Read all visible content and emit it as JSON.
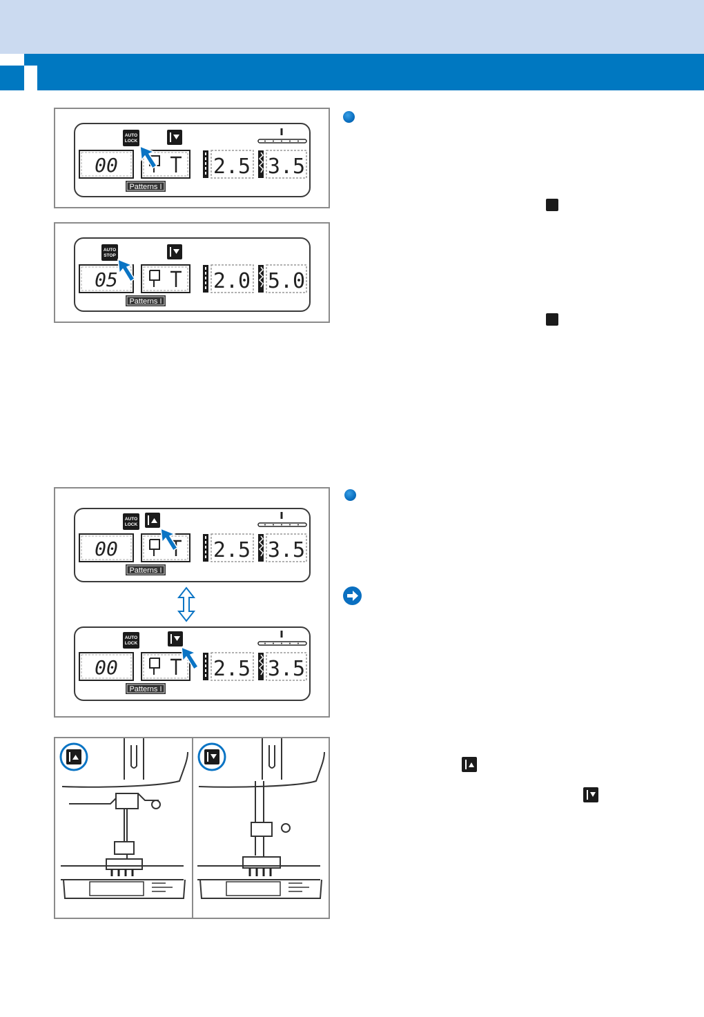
{
  "lcd": {
    "pattern_label": "Patterns I",
    "auto_lock": "AUTO\nLOCK",
    "auto_stop": "AUTO\nSTOP",
    "displays": [
      {
        "pattern_no": "00",
        "length": "2.5",
        "width": "3.5"
      },
      {
        "pattern_no": "05",
        "length": "2.0",
        "width": "5.0"
      },
      {
        "pattern_no": "00",
        "length": "2.5",
        "width": "3.5"
      },
      {
        "pattern_no": "00",
        "length": "2.5",
        "width": "3.5"
      }
    ]
  },
  "colors": {
    "accent": "#0078c1",
    "band": "#cbdaf0",
    "pointer": "#0a74c4"
  },
  "icons": [
    "needle-up-icon",
    "needle-down-icon",
    "auto-lock-icon",
    "auto-stop-icon",
    "pointer-arrow-icon",
    "double-arrow-icon",
    "arrow-right-icon"
  ]
}
